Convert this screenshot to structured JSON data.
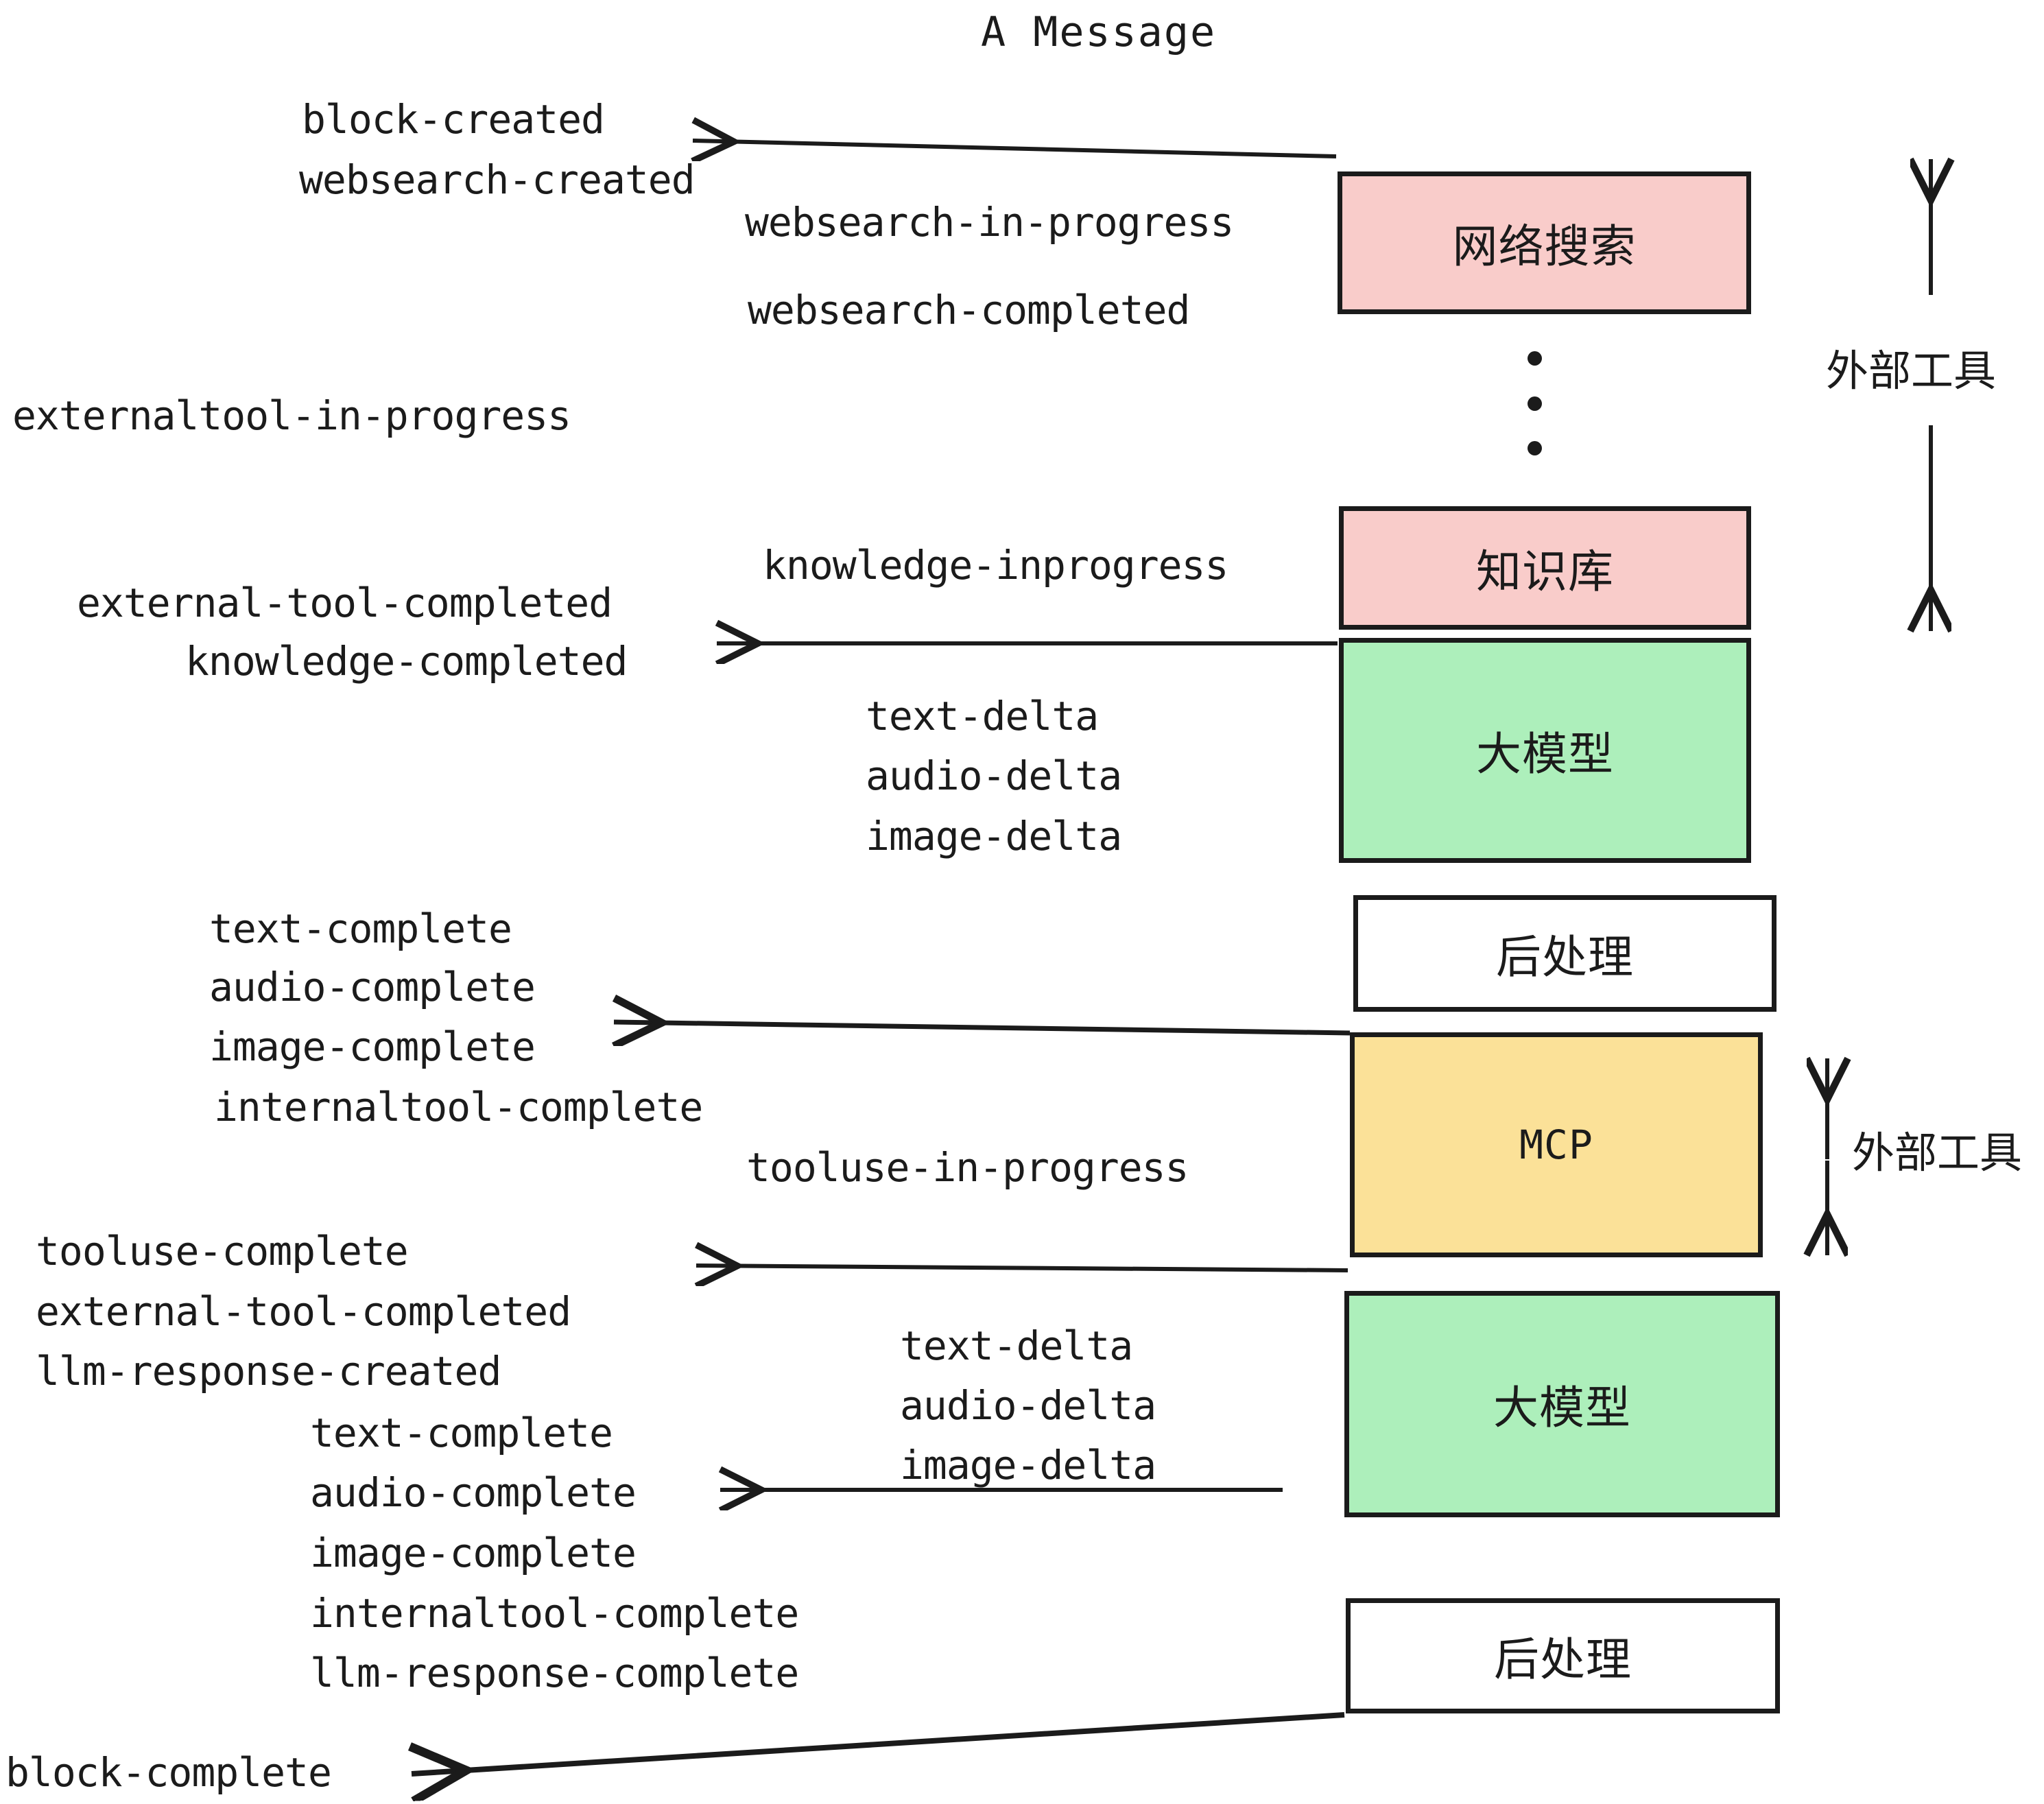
{
  "title": "A Message",
  "nodes": [
    {
      "id": "websearch",
      "label": "网络搜索",
      "color": "pink"
    },
    {
      "id": "knowledge",
      "label": "知识库",
      "color": "pink"
    },
    {
      "id": "llm-1",
      "label": "大模型",
      "color": "green"
    },
    {
      "id": "post-1",
      "label": "后处理",
      "color": "plain"
    },
    {
      "id": "mcp",
      "label": "MCP",
      "color": "yellow"
    },
    {
      "id": "llm-2",
      "label": "大模型",
      "color": "green"
    },
    {
      "id": "post-2",
      "label": "后处理",
      "color": "plain"
    }
  ],
  "group_labels": {
    "external_tool_top": "外部工具",
    "external_tool_bottom": "外部工具"
  },
  "events": [
    {
      "id": "block-created",
      "text": "block-created"
    },
    {
      "id": "websearch-created",
      "text": "websearch-created"
    },
    {
      "id": "websearch-in-progress",
      "text": "websearch-in-progress"
    },
    {
      "id": "websearch-completed",
      "text": "websearch-completed"
    },
    {
      "id": "externaltool-in-progress",
      "text": "externaltool-in-progress"
    },
    {
      "id": "knowledge-inprogress",
      "text": "knowledge-inprogress"
    },
    {
      "id": "external-tool-completed-1",
      "text": "external-tool-completed"
    },
    {
      "id": "knowledge-completed",
      "text": "knowledge-completed"
    },
    {
      "id": "text-delta-1",
      "text": "text-delta"
    },
    {
      "id": "audio-delta-1",
      "text": "audio-delta"
    },
    {
      "id": "image-delta-1",
      "text": "image-delta"
    },
    {
      "id": "text-complete-1",
      "text": "text-complete"
    },
    {
      "id": "audio-complete-1",
      "text": "audio-complete"
    },
    {
      "id": "image-complete-1",
      "text": "image-complete"
    },
    {
      "id": "internaltool-complete-1",
      "text": "internaltool-complete"
    },
    {
      "id": "tooluse-in-progress",
      "text": "tooluse-in-progress"
    },
    {
      "id": "tooluse-complete",
      "text": "tooluse-complete"
    },
    {
      "id": "external-tool-completed-2",
      "text": "external-tool-completed"
    },
    {
      "id": "llm-response-created",
      "text": "llm-response-created"
    },
    {
      "id": "text-delta-2",
      "text": "text-delta"
    },
    {
      "id": "audio-delta-2",
      "text": "audio-delta"
    },
    {
      "id": "image-delta-2",
      "text": "image-delta"
    },
    {
      "id": "text-complete-2",
      "text": "text-complete"
    },
    {
      "id": "audio-complete-2",
      "text": "audio-complete"
    },
    {
      "id": "image-complete-2",
      "text": "image-complete"
    },
    {
      "id": "internaltool-complete-2",
      "text": "internaltool-complete"
    },
    {
      "id": "llm-response-complete",
      "text": "llm-response-complete"
    },
    {
      "id": "block-complete",
      "text": "block-complete"
    }
  ],
  "colors": {
    "pink": "#f9ccca",
    "green": "#adefbb",
    "yellow": "#fbe198",
    "plain": "#ffffff",
    "stroke": "#1b1b1b",
    "background": "#ffffff"
  }
}
